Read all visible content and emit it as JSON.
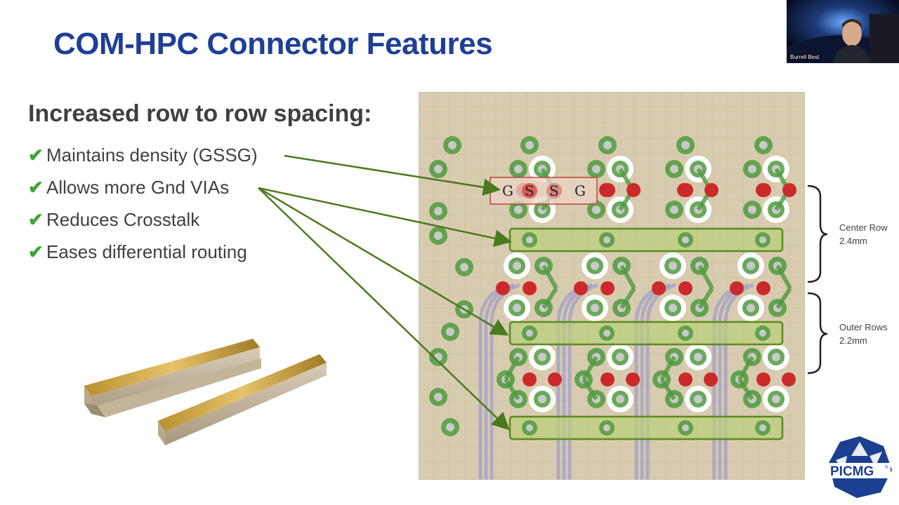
{
  "slide": {
    "title": "COM-HPC Connector Features",
    "subtitle": "Increased row to row spacing:",
    "bullets": [
      "Maintains density (GSSG)",
      "Allows more Gnd VIAs",
      "Reduces Crosstalk",
      "Eases differential routing"
    ],
    "check_icon": "✔",
    "gssg_labels": [
      "G",
      "S",
      "S",
      "G"
    ],
    "center_row": {
      "label": "Center Row",
      "value": "2.4mm"
    },
    "outer_rows": {
      "label": "Outer Rows",
      "value": "2.2mm"
    }
  },
  "webcam": {
    "name": "Burrell Best"
  },
  "logo": {
    "text": "PICMG",
    "mark": "®"
  },
  "colors": {
    "title": "#1f3f95",
    "text": "#404040",
    "check": "#3aa53a",
    "board": "#d8ccb0",
    "arrow": "#4a7a1c",
    "signal": "#cc2a2a",
    "ground": "#4f9a3e"
  }
}
